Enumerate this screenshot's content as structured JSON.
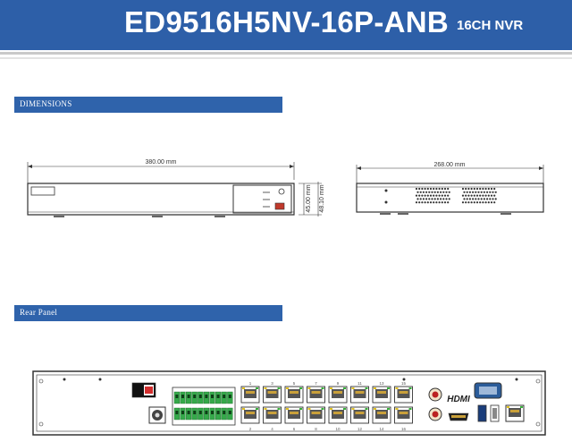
{
  "header": {
    "model": "ED9516H5NV-16P-ANB",
    "subtitle": "16CH NVR",
    "color": "#2d5fa8"
  },
  "dimensions_section": {
    "title": "DIMENSIONS",
    "front_width": "380.00 mm",
    "front_height": "45.00 mm",
    "front_overall_height": "48.10 mm",
    "side_depth": "268.00 mm"
  },
  "rear_section": {
    "title": "Rear Panel",
    "top_port_numbers": [
      "1",
      "3",
      "5",
      "7",
      "9",
      "11",
      "13",
      "15"
    ],
    "bottom_port_numbers": [
      "2",
      "4",
      "6",
      "8",
      "10",
      "12",
      "14",
      "16"
    ],
    "hdmi_logo_text": "HDMI",
    "icons": [
      "power-switch-icon",
      "dc-power-jack-icon",
      "terminal-block-icon",
      "rj45-port-icon",
      "rca-audio-icon",
      "hdmi-port-icon",
      "vga-port-icon",
      "usb-port-icon"
    ]
  }
}
